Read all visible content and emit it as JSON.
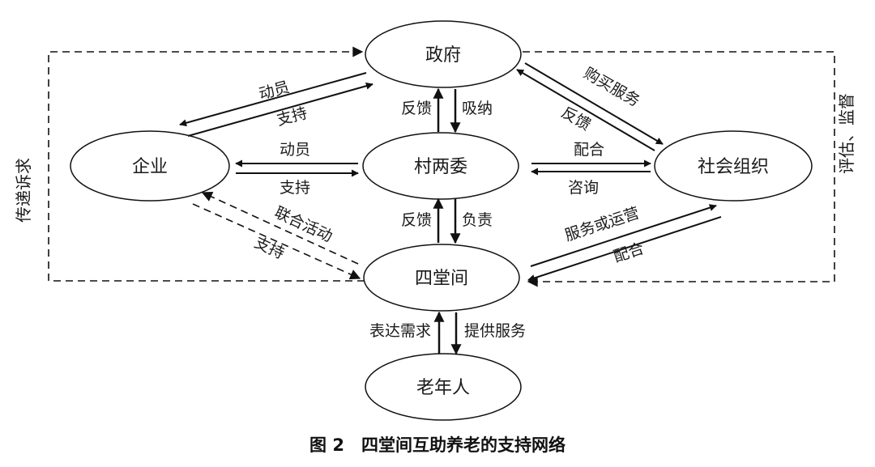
{
  "caption": "图 2　四堂间互助养老的支持网络",
  "nodes": {
    "government": "政府",
    "enterprise": "企业",
    "village_committees": "村两委",
    "social_org": "社会组织",
    "sitangjian": "四堂间",
    "elderly": "老年人"
  },
  "edges": {
    "gov_to_ent": "动员",
    "ent_to_gov": "支持",
    "village_to_ent": "动员",
    "ent_to_village": "支持",
    "village_to_gov": "反馈",
    "gov_to_village": "吸纳",
    "village_to_social": "配合",
    "social_to_village": "咨询",
    "gov_to_social": "购买服务",
    "social_to_gov": "反馈",
    "sitang_to_village": "反馈",
    "village_to_sitang": "负责",
    "ent_sitang_joint": "联合活动",
    "ent_sitang_support": "支持",
    "sitang_to_social": "服务或运营",
    "social_to_sitang": "配合",
    "elderly_to_sitang": "表达需求",
    "sitang_to_elderly": "提供服务"
  },
  "side_labels": {
    "left": "传递诉求",
    "right": "评估、监督"
  }
}
